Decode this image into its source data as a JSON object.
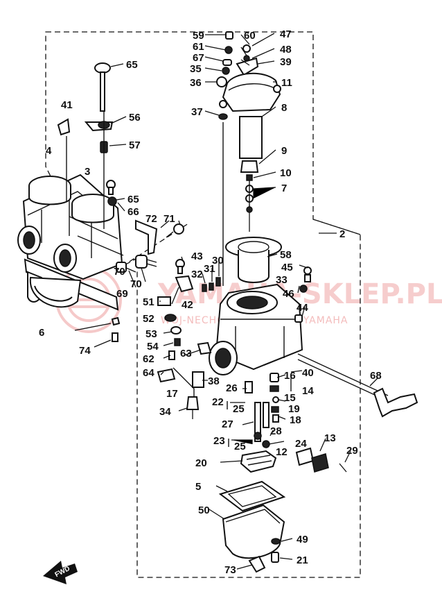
{
  "watermark": {
    "brand": "YAMAHA-SKLEP.PL",
    "tagline": "WOJ-NECHOWSKI DEALER YAMAHA",
    "color": "#f0a6a6"
  },
  "fwd_label": "FWD",
  "callouts": [
    "59",
    "60",
    "47",
    "61",
    "48",
    "67",
    "39",
    "35",
    "36",
    "11",
    "37",
    "8",
    "9",
    "10",
    "7",
    "2",
    "65",
    "41",
    "56",
    "57",
    "4",
    "3",
    "65",
    "66",
    "72",
    "71",
    "58",
    "43",
    "32",
    "31",
    "30",
    "45",
    "33",
    "46",
    "44",
    "70",
    "69",
    "70",
    "6",
    "51",
    "42",
    "52",
    "53",
    "54",
    "62",
    "63",
    "64",
    "38",
    "17",
    "34",
    "40",
    "68",
    "26",
    "16",
    "22",
    "25",
    "14",
    "15",
    "19",
    "18",
    "27",
    "28",
    "23",
    "25",
    "24",
    "12",
    "13",
    "29",
    "20",
    "5",
    "50",
    "49",
    "21",
    "73",
    "74"
  ]
}
